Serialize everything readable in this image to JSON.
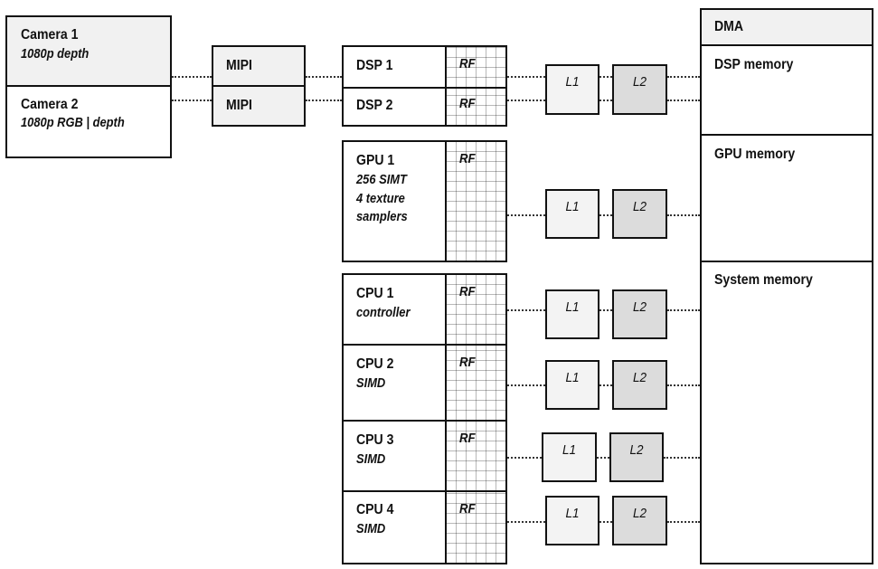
{
  "cameras": [
    {
      "label": "Camera 1",
      "sub": "1080p depth"
    },
    {
      "label": "Camera 2",
      "sub": "1080p RGB | depth"
    }
  ],
  "mipi": [
    "MIPI",
    "MIPI"
  ],
  "dsps": [
    {
      "label": "DSP 1",
      "rf": "RF"
    },
    {
      "label": "DSP 2",
      "rf": "RF"
    }
  ],
  "gpu": {
    "label": "GPU 1",
    "sub": "256 SIMT\n4 texture\nsamplers",
    "rf": "RF"
  },
  "cpus": [
    {
      "label": "CPU 1",
      "sub": "controller",
      "rf": "RF"
    },
    {
      "label": "CPU 2",
      "sub": "SIMD",
      "rf": "RF"
    },
    {
      "label": "CPU 3",
      "sub": "SIMD",
      "rf": "RF"
    },
    {
      "label": "CPU 4",
      "sub": "SIMD",
      "rf": "RF"
    }
  ],
  "caches": {
    "l1": "L1",
    "l2": "L2"
  },
  "memory": {
    "dma": "DMA",
    "dsp": "DSP memory",
    "gpu": "GPU memory",
    "system": "System memory"
  }
}
